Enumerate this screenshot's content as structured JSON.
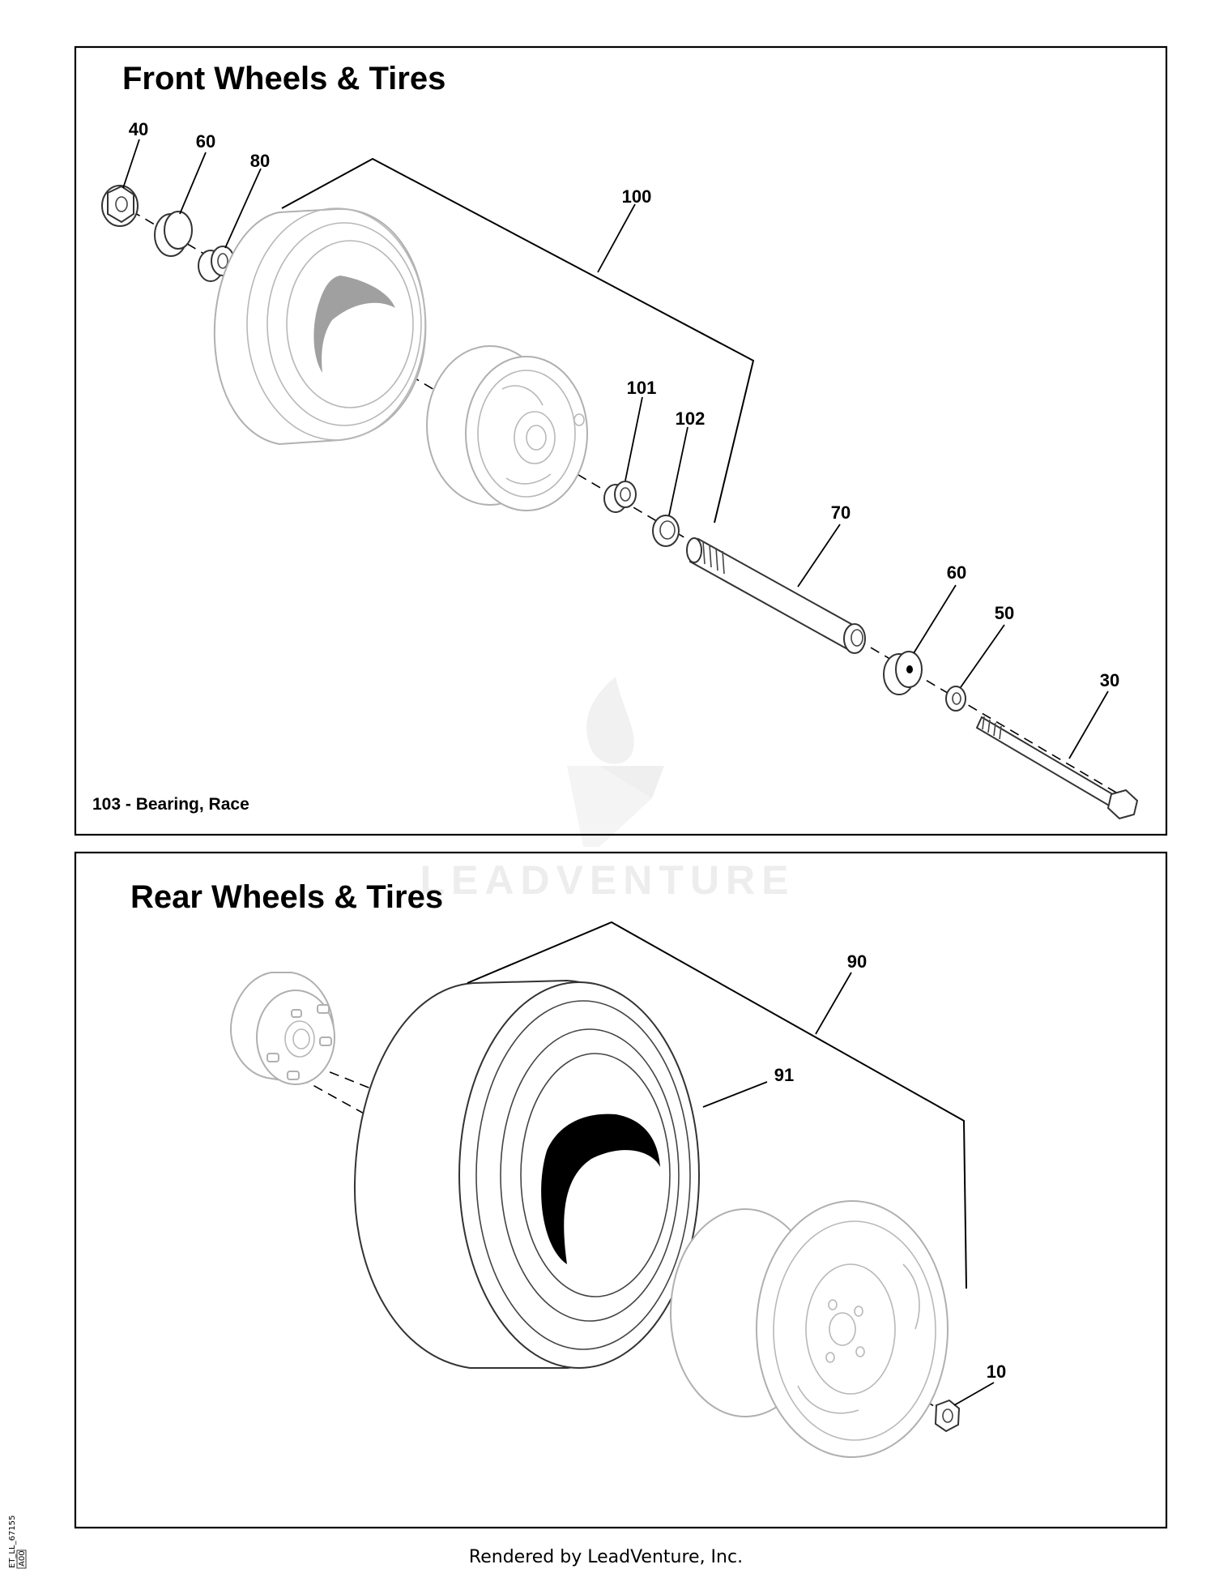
{
  "panels": {
    "front": {
      "title": "Front Wheels & Tires",
      "note": "103 - Bearing, Race",
      "callouts": {
        "c40": "40",
        "c60a": "60",
        "c80": "80",
        "c100": "100",
        "c101": "101",
        "c102": "102",
        "c70": "70",
        "c60b": "60",
        "c50": "50",
        "c30": "30"
      }
    },
    "rear": {
      "title": "Rear Wheels & Tires",
      "callouts": {
        "c90": "90",
        "c91": "91",
        "c10": "10"
      }
    }
  },
  "watermark": "LEADVENTURE",
  "footer": "Rendered by LeadVenture, Inc.",
  "side_label": "ET_LL_67155",
  "side_code": "A00"
}
